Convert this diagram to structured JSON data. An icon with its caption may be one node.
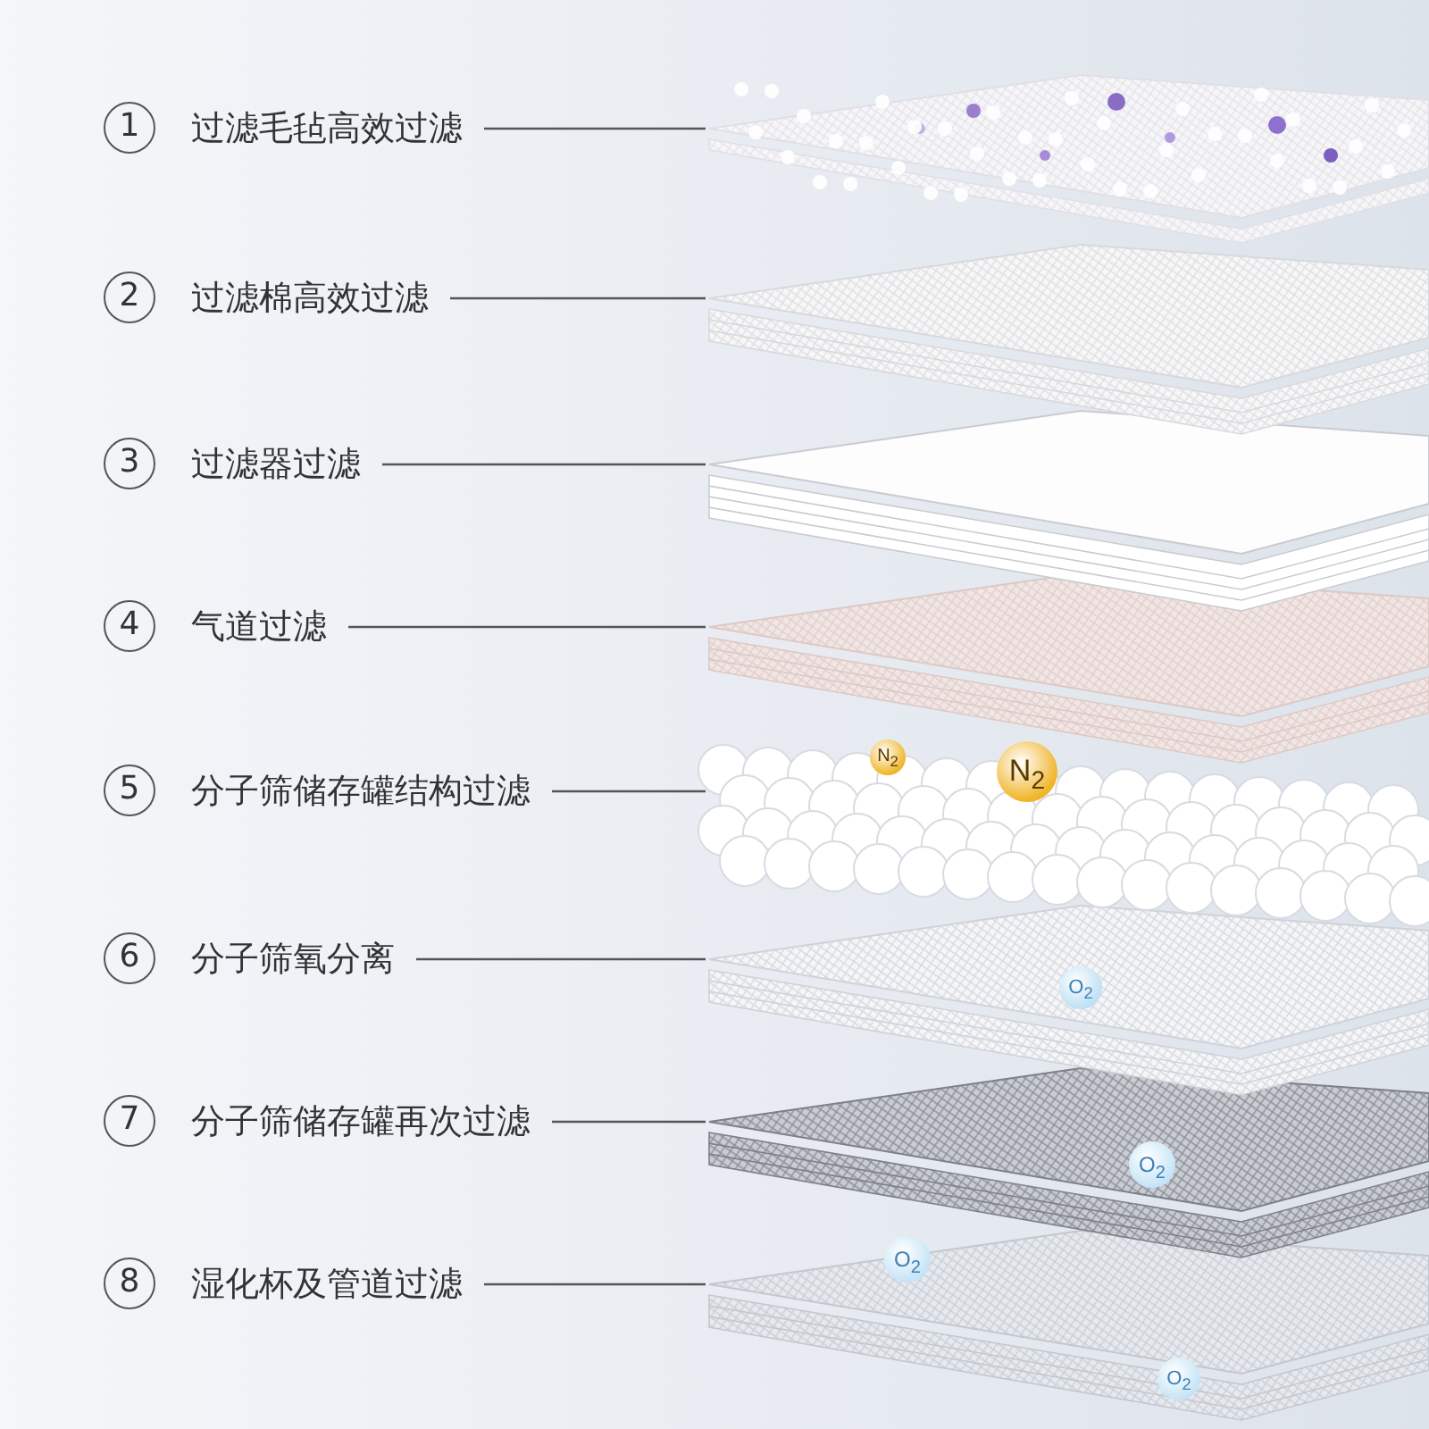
{
  "diagram": {
    "nodes": [
      {
        "text": [
          "过滤毛毡高效过滤"
        ],
        "beside": [
          "1"
        ]
      },
      {
        "text": [
          "过滤棉高效过滤"
        ],
        "beside": [
          "2"
        ]
      },
      {
        "text": [
          "过滤器过滤"
        ],
        "beside": [
          "3"
        ]
      },
      {
        "text": [
          "气道过滤"
        ],
        "beside": [
          "4"
        ]
      },
      {
        "text": [
          "分子筛储存罐结构过滤"
        ],
        "beside": [
          "5"
        ]
      },
      {
        "text": [
          "分子筛氧分离"
        ],
        "beside": [
          "6"
        ]
      },
      {
        "text": [
          "分子筛储存罐再次过滤"
        ],
        "beside": [
          "7"
        ]
      },
      {
        "text": [
          "湿化杯及管道过滤"
        ],
        "beside": [
          "8"
        ]
      },
      {
        "text": [],
        "shape": "picture"
      },
      {
        "text": [],
        "shape": "picture"
      },
      {
        "text": [],
        "shape": "picture"
      },
      {
        "text": [],
        "shape": "picture"
      },
      {
        "text": [],
        "shape": "picture"
      },
      {
        "text": [],
        "shape": "picture"
      },
      {
        "text": [],
        "shape": "picture"
      },
      {
        "text": [],
        "shape": "picture"
      }
    ],
    "edges": [
      {
        "from": 0,
        "to": 8,
        "arrow": "none"
      },
      {
        "from": 1,
        "to": 9,
        "arrow": "none"
      },
      {
        "from": 2,
        "to": 10,
        "arrow": "none"
      },
      {
        "from": 3,
        "to": 11,
        "arrow": "none"
      },
      {
        "from": 4,
        "to": 12,
        "arrow": "none"
      },
      {
        "from": 5,
        "to": 13,
        "arrow": "none"
      },
      {
        "from": 6,
        "to": 14,
        "arrow": "none"
      },
      {
        "from": 7,
        "to": 15,
        "arrow": "none"
      }
    ],
    "labels": [
      "N$_{2}$",
      "N$_{2}$",
      "O$_{2}$",
      "O$_{2}$",
      "O$_{2}$",
      "O$_{2}$"
    ]
  }
}
